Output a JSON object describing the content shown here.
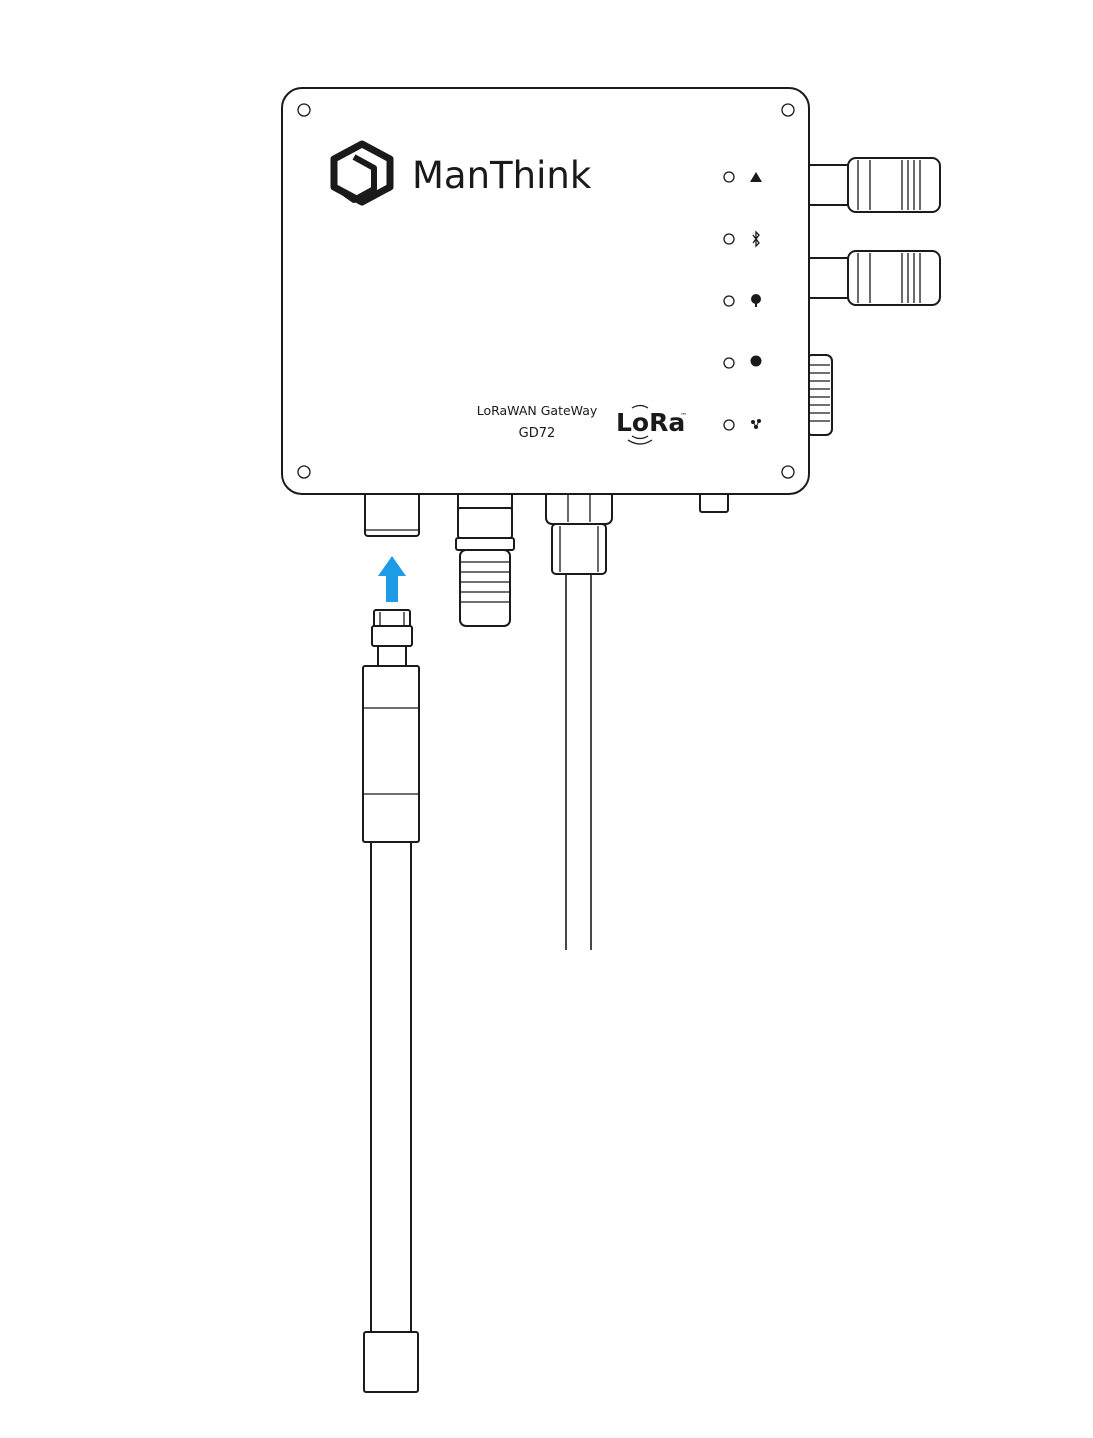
{
  "device": {
    "brand": "ManThink",
    "product_line": "LoRaWAN GateWay",
    "model": "GD72",
    "lora_logo": "LoRa",
    "lora_tm": "™"
  },
  "indicators": [
    {
      "icon": "triangle-icon"
    },
    {
      "icon": "bluetooth-icon"
    },
    {
      "icon": "signal-icon"
    },
    {
      "icon": "power-dot-icon"
    },
    {
      "icon": "network-icon"
    }
  ],
  "arrow": {
    "color": "#1e9be6"
  },
  "line_color": "#1a1a1a"
}
